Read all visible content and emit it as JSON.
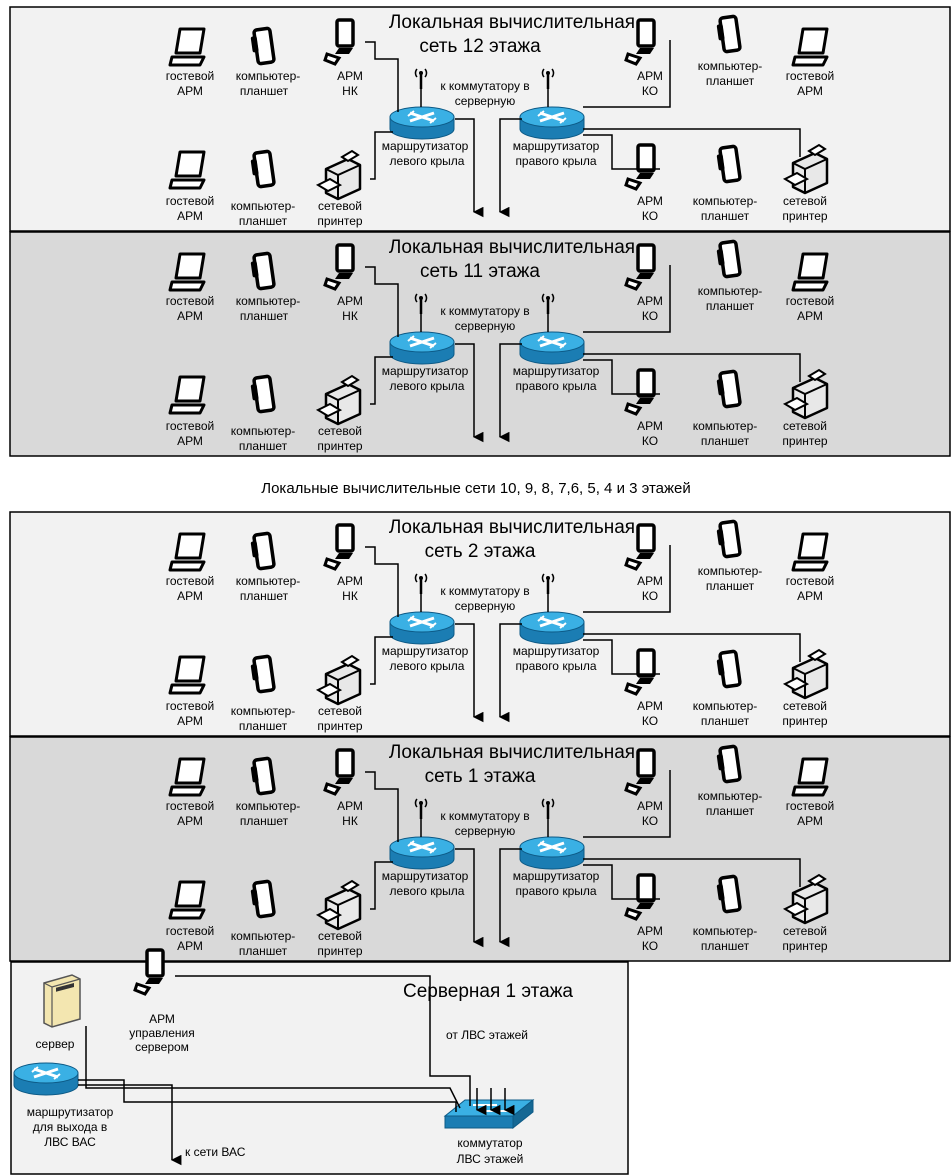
{
  "floors": [
    {
      "title_line1": "Локальная вычислительная",
      "title_line2": "сеть 12 этажа",
      "shade": "#f2f2f2"
    },
    {
      "title_line1": "Локальная вычислительная",
      "title_line2": "сеть 11 этажа",
      "shade": "#d9d9d9"
    },
    {
      "title_line1": "Локальная вычислительная",
      "title_line2": "сеть 2 этажа",
      "shade": "#f2f2f2"
    },
    {
      "title_line1": "Локальная вычислительная",
      "title_line2": "сеть 1 этажа",
      "shade": "#d9d9d9"
    }
  ],
  "labels": {
    "guest_1": "гостевой",
    "guest_2": "АРМ",
    "tablet_1": "компьютер-",
    "tablet_2": "планшет",
    "arm_nk_1": "АРМ",
    "arm_nk_2": "НК",
    "arm_ko_1": "АРМ",
    "arm_ko_2": "КО",
    "printer_1": "сетевой",
    "printer_2": "принтер",
    "router_left_1": "маршрутизатор",
    "router_left_2": "левого крыла",
    "router_right_1": "маршрутизатор",
    "router_right_2": "правого крыла",
    "to_switch_1": "к коммутатору в",
    "to_switch_2": "серверную"
  },
  "middle_note": "Локальные вычислительные сети 10, 9, 8, 7,6, 5, 4 и 3  этажей",
  "server_room": {
    "title": "Серверная 1 этажа",
    "server": "сервер",
    "admin_1": "АРМ",
    "admin_2": "управления",
    "admin_3": "сервером",
    "from_lan": "от ЛВС этажей",
    "edge_router_1": "маршрутизатор",
    "edge_router_2": "для выхода в",
    "edge_router_3": "ЛВС ВАС",
    "to_vas": "к сети ВАС",
    "switch_1": "коммутатор",
    "switch_2": "ЛВС этажей"
  },
  "colors": {
    "router": "#1f8fc8",
    "router_top": "#3ab0e4",
    "device": "#000000",
    "switch": "#2aa0d8"
  }
}
